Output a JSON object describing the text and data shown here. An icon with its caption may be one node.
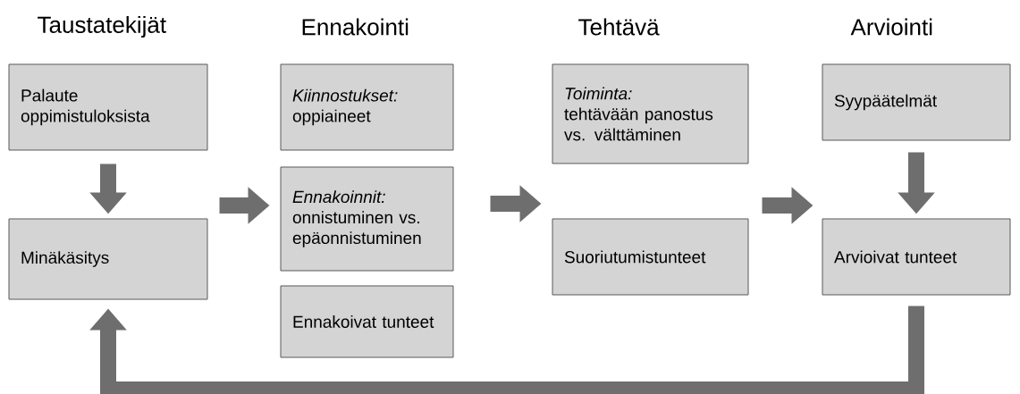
{
  "diagram": {
    "nodes": [
      {
        "text": [
          "Palaute oppimistuloksista"
        ]
      },
      {
        "text": [
          "Minäkäsitys"
        ]
      },
      {
        "text": [
          "Kiinnostukset:",
          "oppiaineet"
        ]
      },
      {
        "text": [
          "Ennakoinnit:",
          "onnistuminen vs. epäonnistuminen"
        ]
      },
      {
        "text": [
          "Ennakoivat tunteet"
        ]
      },
      {
        "text": [
          "Toiminta:",
          "tehtävään panostus vs. välttäminen"
        ]
      },
      {
        "text": [
          "Suoriutumistunteet"
        ]
      },
      {
        "text": [
          "Syypäätelmät"
        ]
      },
      {
        "text": [
          "Arvioivat tunteet"
        ]
      }
    ],
    "edges": [
      {
        "from": 0,
        "to": 1,
        "arrow": "to"
      },
      {
        "from": 1,
        "to": 3,
        "arrow": "to"
      },
      {
        "from": 3,
        "to": 6,
        "arrow": "to"
      },
      {
        "from": 6,
        "to": 8,
        "arrow": "to"
      },
      {
        "from": 7,
        "to": 8,
        "arrow": "to"
      },
      {
        "from": 8,
        "to": 1,
        "arrow": "to"
      }
    ],
    "labels": [
      "Taustatekijät",
      "Ennakointi",
      "Tehtävä",
      "Arviointi"
    ]
  }
}
